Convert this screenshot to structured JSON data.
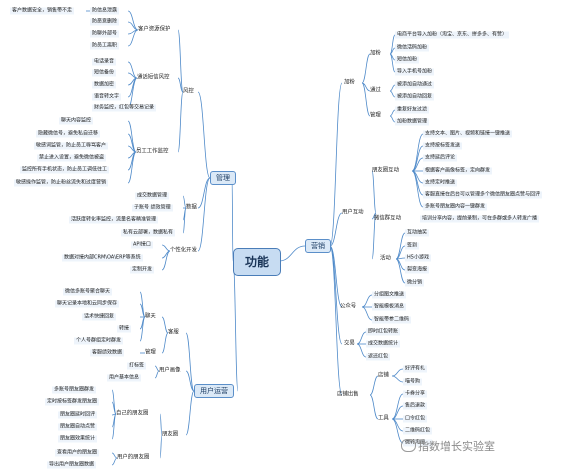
{
  "root": "功能",
  "branches": {
    "management": "管理",
    "marketing": "营销",
    "operations": "用户运营"
  },
  "management": {
    "fengkong": "风控",
    "customer_protection": "客户资源保护",
    "customer_protection_items": [
      "客户数据安全，销售带不走",
      "防信息泄露",
      "防恶意删除",
      "防聊外部号",
      "防员工离职"
    ],
    "sms_risk": "通话短信风控",
    "sms_risk_items": [
      "电话录音",
      "短信备份",
      "数据加密",
      "语音转文字",
      "财务监控，红包等交易记录"
    ],
    "employee_monitor": "员工工作监控",
    "employee_monitor_items": [
      "聊天内容监控",
      "隐藏微信号，避免私自迁移",
      "敏感词监管，防止员工辱骂客户",
      "禁止进入设置，避免微信被盗",
      "监控所有手机状态，防止员工调低往工",
      "敏感操作监管，防止粉丝流失和过度营销"
    ],
    "data": "数据",
    "data_items": [
      "成交数据管理",
      "子账号 绩效管理",
      "活跃度转化率监控，流量名客精准管理"
    ],
    "private_cloud": "私有云部署，数据私有",
    "custom_dev": "个性化开发",
    "custom_dev_items": [
      "API接口",
      "数据对接内部CRM\\OA\\ERP等系统",
      "定制开发"
    ]
  },
  "marketing": {
    "jiafen": "加粉",
    "add_fans": "加粉",
    "add_fans_items": [
      "电商平台导入加粉（淘宝、京东、拼多多、有赞）",
      "微信活码加粉",
      "短信加粉",
      "导入手机号加粉"
    ],
    "pass": "通过",
    "pass_items": [
      "被添加自动通过",
      "被添加自动回复"
    ],
    "manage": "管理",
    "manage_items": [
      "重复好友过滤",
      "加粉数据管理"
    ],
    "user_interact": "用户互动",
    "moments": "朋友圈互动",
    "moments_items": [
      "支持文本、图片、视频和链接一键推送",
      "支持按标签发送",
      "支持延后评论",
      "根据客户画像标签，定向群发",
      "支持定时推送",
      "客服直接在后台可以管理多个微信朋友圈点赞与回评",
      "多账号朋友圈内容一键群发"
    ],
    "wechat_group": "微信群互动",
    "wechat_group_item": "培训分享内容，提前录制，可在多群或多人转发广播",
    "activity": "活动",
    "activity_items": [
      "互动抽奖",
      "签到",
      "H5小游戏",
      "裂变海报",
      "微分销"
    ],
    "official": "公众号",
    "official_items": [
      "分组图文推送",
      "智能模板消息",
      "智能带参二维码"
    ],
    "deal": "交易",
    "deal_items": [
      "即时红包转账",
      "成交数据统计",
      "返还红包"
    ],
    "store": "店铺出售",
    "shop": "店铺",
    "shop_items": [
      "好评有礼",
      "喵号购"
    ],
    "tools": "工具",
    "tools_items": [
      "卡券分享",
      "售后退款",
      "口令红包",
      "二维码红包",
      "微转淘吧..."
    ]
  },
  "operations": {
    "customer_service": "客服",
    "chat": "聊天",
    "chat_items": [
      "微信多账号聚合聊天",
      "聊天记录本地和云同步保存",
      "话术快捷回复",
      "转接",
      "个人号群组定时群发"
    ],
    "manage": "管理",
    "manage_item": "客服绩效数据",
    "portrait": "用户画像",
    "portrait_items": [
      "打标签",
      "用户基本信息"
    ],
    "moments": "朋友圈",
    "own_moments": "自己的朋友圈",
    "own_moments_items": [
      "多账号朋友圈群发",
      "定时按标签群发朋友圈",
      "朋友圈延时回评",
      "朋友圈自动点赞",
      "朋友圈效果统计"
    ],
    "user_moments": "用户的朋友圈",
    "user_moments_items": [
      "查看用户的朋友圈",
      "导出用户朋友圈数据"
    ]
  },
  "watermark": "指数增长实验室",
  "colors": {
    "line": "#4f8ac9",
    "leaf_bg": "#eef4fb",
    "branch_bg": "#dbe9f7"
  }
}
